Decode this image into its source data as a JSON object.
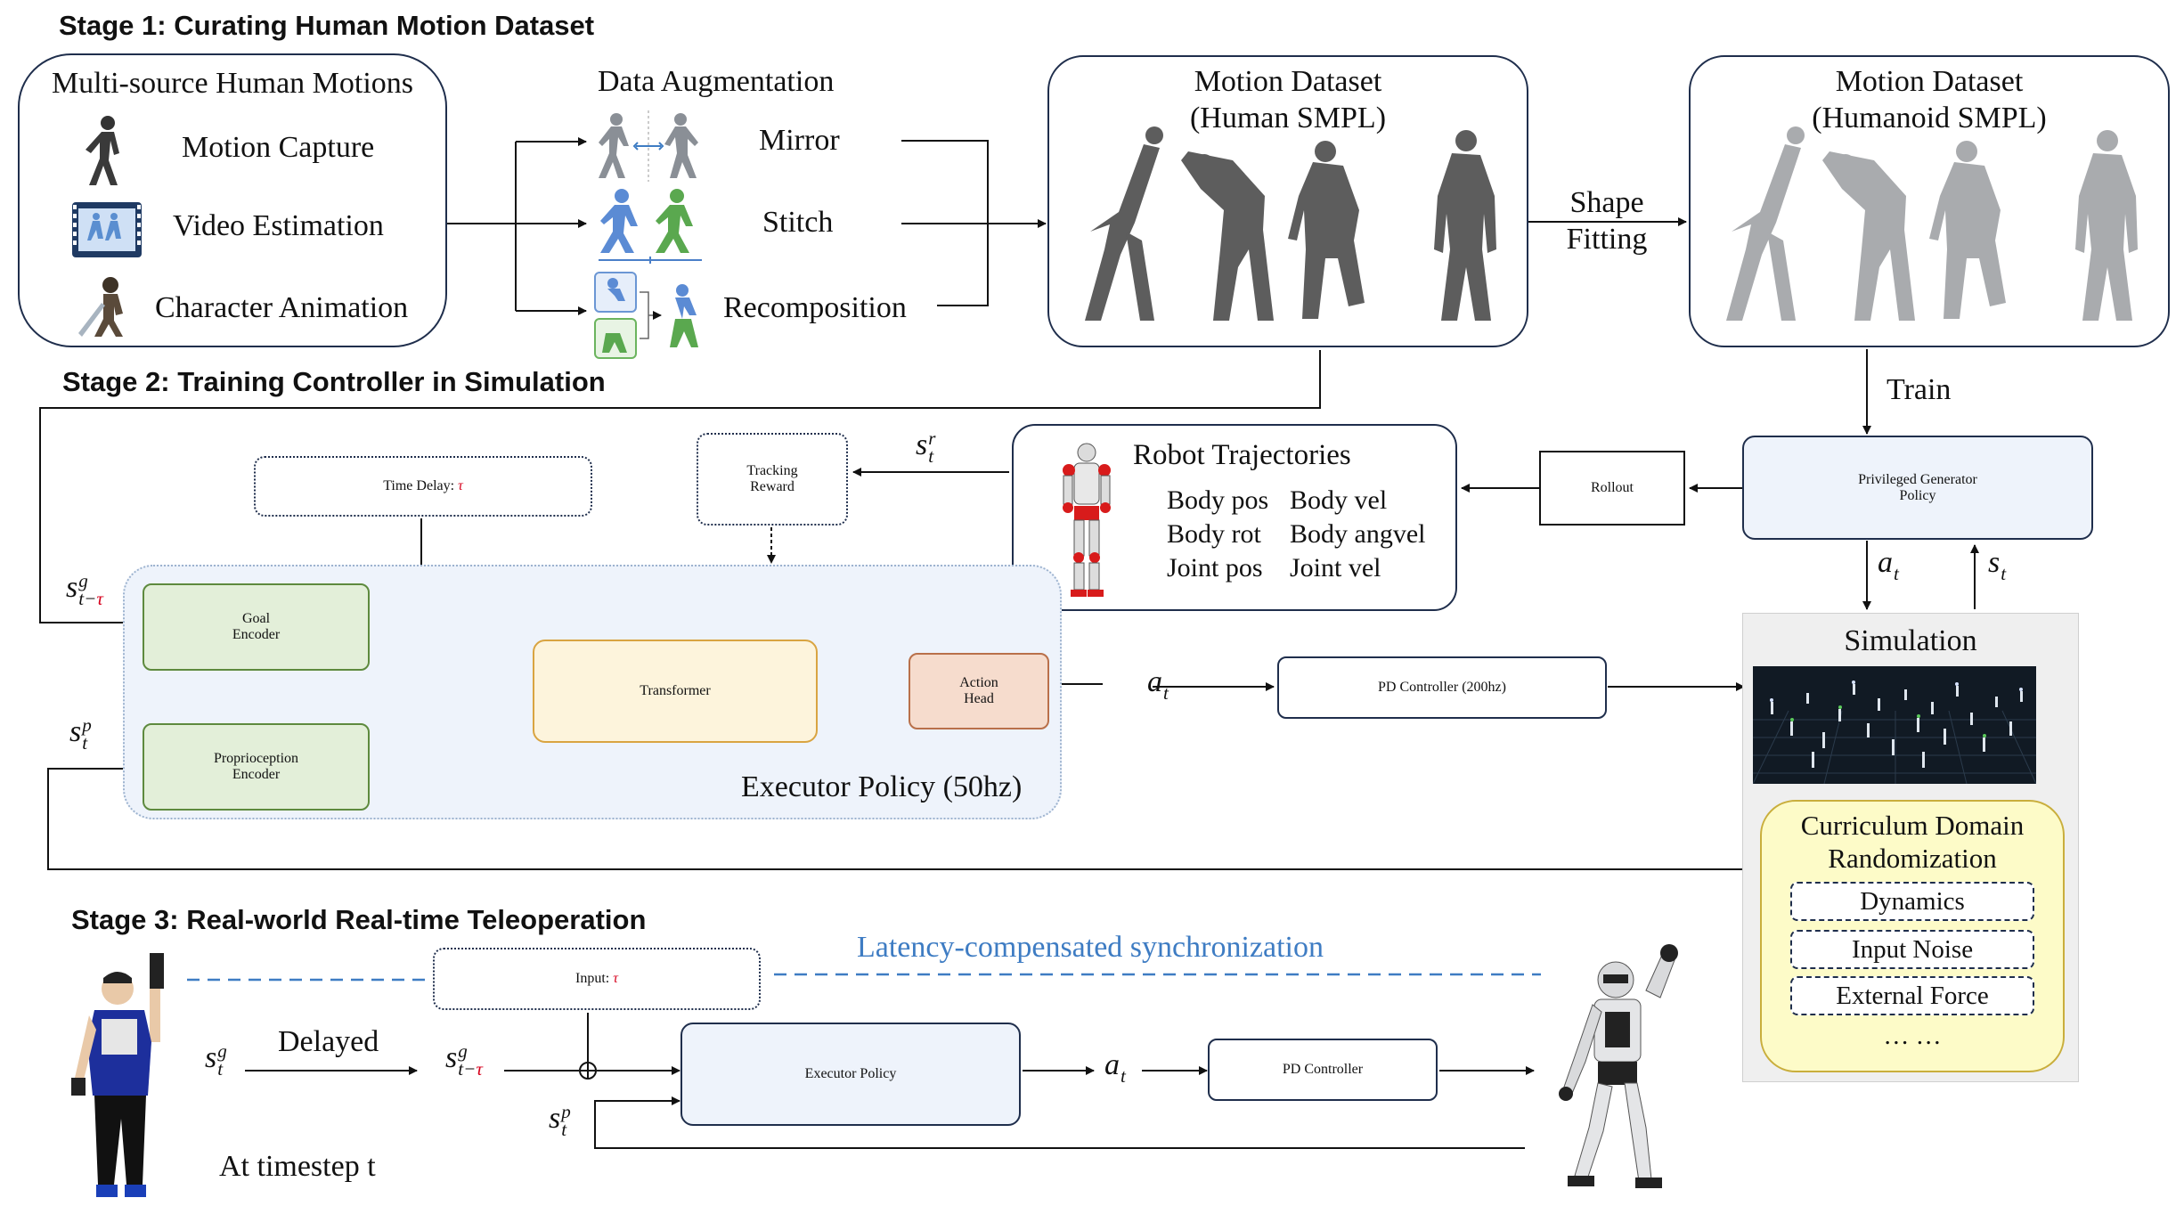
{
  "stage1": {
    "title": "Stage 1: Curating Human Motion Dataset",
    "sources": {
      "title": "Multi-source Human Motions",
      "items": [
        "Motion Capture",
        "Video Estimation",
        "Character Animation"
      ]
    },
    "augmentation": {
      "title": "Data Augmentation",
      "items": [
        "Mirror",
        "Stitch",
        "Recomposition"
      ]
    },
    "human_dataset": "Motion Dataset\n(Human SMPL)",
    "humanoid_dataset": "Motion Dataset\n(Humanoid SMPL)",
    "shape_fitting": "Shape\nFitting"
  },
  "stage2": {
    "title": "Stage 2: Training Controller in Simulation",
    "train": "Train",
    "privileged_policy": "Privileged Generator\nPolicy",
    "rollout": "Rollout",
    "trajectories": {
      "title": "Robot Trajectories",
      "fields": [
        [
          "Body pos",
          "Body vel"
        ],
        [
          "Body rot",
          "Body angvel"
        ],
        [
          "Joint pos",
          "Joint vel"
        ]
      ]
    },
    "tracking_reward": "Tracking\nReward",
    "time_delay": "Time Delay:",
    "tau": "τ",
    "goal_encoder": "Goal\nEncoder",
    "proprio_encoder": "Proprioception\nEncoder",
    "transformer": "Transformer",
    "action_head": "Action\nHead",
    "executor_policy": "Executor Policy (50hz)",
    "pd_controller": "PD Controller (200hz)",
    "simulation": "Simulation",
    "curriculum": {
      "title": "Curriculum Domain\nRandomization",
      "items": [
        "Dynamics",
        "Input Noise",
        "External Force"
      ],
      "ellipsis": "… …"
    }
  },
  "stage3": {
    "title": "Stage 3: Real-world Real-time Teleoperation",
    "input": "Input:",
    "tau": "τ",
    "latency_sync": "Latency-compensated synchronization",
    "delayed": "Delayed",
    "timestep": "At timestep t",
    "executor": "Executor Policy",
    "pd_controller": "PD Controller"
  },
  "symbols": {
    "s": "s",
    "a": "a",
    "t": "t",
    "g": "g",
    "p": "p",
    "r": "r",
    "t_minus": "t−",
    "tau": "τ"
  },
  "colors": {
    "blue_fill": "#eef3fb",
    "blue_border": "#9db3cf",
    "green_fill": "#e3efd9",
    "green_border": "#5e8a3e",
    "cream_fill": "#fdf4dc",
    "cream_border": "#d9a441",
    "peach_fill": "#f6dccd",
    "peach_border": "#b9704a",
    "yellow_fill": "#fdfbc8",
    "yellow_border": "#c9ae3c",
    "sim_panel": "#efefef",
    "navy": "#1f2e4c",
    "tau_red": "#d6001c",
    "sync_blue": "#3e7cc3"
  }
}
